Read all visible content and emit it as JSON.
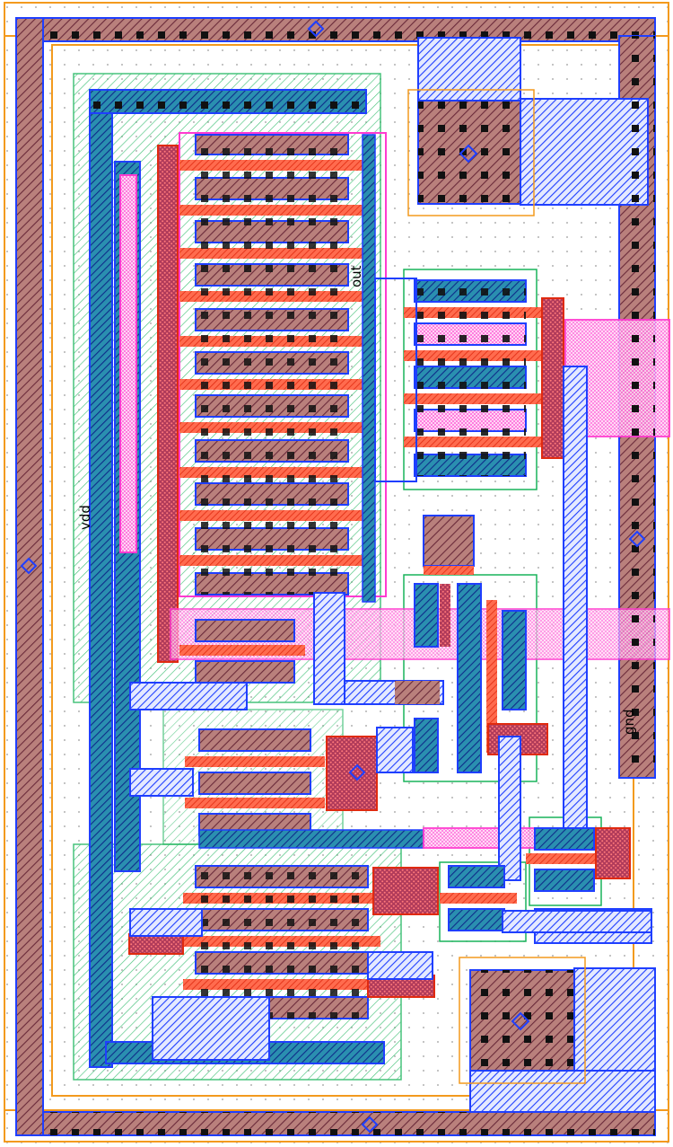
{
  "labels": {
    "vdd": "vdd",
    "gnd": "gnd",
    "out": "out"
  },
  "colors": {
    "background": "#ffffff",
    "grid_dot": "#9a9a9a",
    "boundary": "#f39a1e",
    "metal1": "#1f3fff",
    "metal1_fill": "#5c7bff",
    "nwell": "#19b35a",
    "ndiff": "#1fa0a8",
    "poly": "#f2401f",
    "poly_fill": "#ff7a5a",
    "contact": "#8a2a4a",
    "contact_fill": "#c09090",
    "via_square": "#111111",
    "metal2": "#ff3bd0",
    "metal2_fill": "#ff9be8",
    "text": "#000000"
  },
  "layers": [
    "boundary",
    "nwell",
    "diffusion",
    "poly",
    "metal1",
    "metal2",
    "contact",
    "via"
  ]
}
